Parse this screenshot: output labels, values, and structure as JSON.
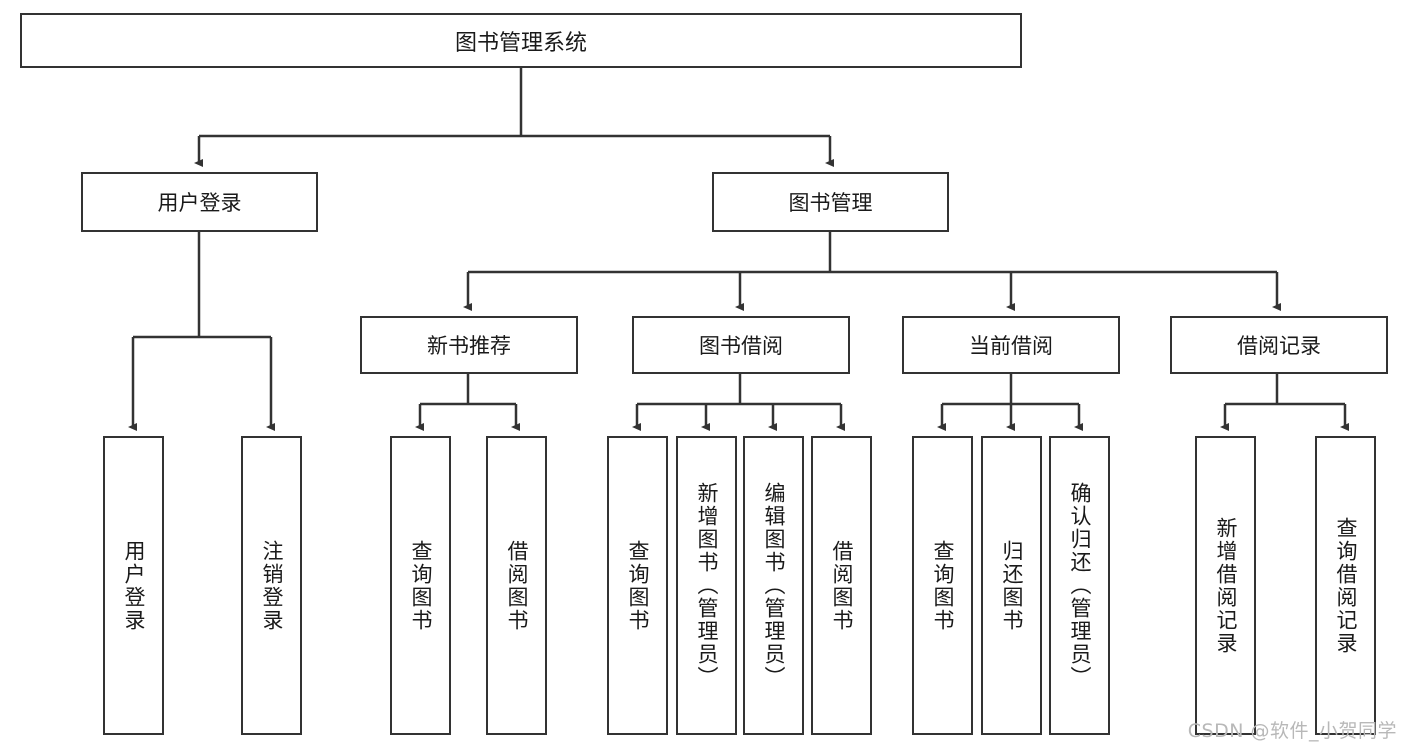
{
  "diagram": {
    "title": "图书管理系统",
    "watermark": "CSDN @软件_小贺同学",
    "stroke_color": "#333333",
    "node_fill": "#ffffff",
    "text_color": "#1a1a1a",
    "background": "#ffffff"
  },
  "nodes": {
    "root": {
      "label": "图书管理系统"
    },
    "level2": [
      {
        "label": "用户登录"
      },
      {
        "label": "图书管理"
      }
    ],
    "level3": [
      {
        "label": "新书推荐"
      },
      {
        "label": "图书借阅"
      },
      {
        "label": "当前借阅"
      },
      {
        "label": "借阅记录"
      }
    ],
    "leaves": {
      "user_login": [
        {
          "label": "用户登录"
        },
        {
          "label": "注销登录"
        }
      ],
      "new_book_recommend": [
        {
          "label": "查询图书"
        },
        {
          "label": "借阅图书"
        }
      ],
      "book_borrow": [
        {
          "label": "查询图书"
        },
        {
          "label": "新增图书（管理员）"
        },
        {
          "label": "编辑图书（管理员）"
        },
        {
          "label": "借阅图书"
        }
      ],
      "current_borrow": [
        {
          "label": "查询图书"
        },
        {
          "label": "归还图书"
        },
        {
          "label": "确认归还（管理员）"
        }
      ],
      "borrow_record": [
        {
          "label": "新增借阅记录"
        },
        {
          "label": "查询借阅记录"
        }
      ]
    }
  }
}
